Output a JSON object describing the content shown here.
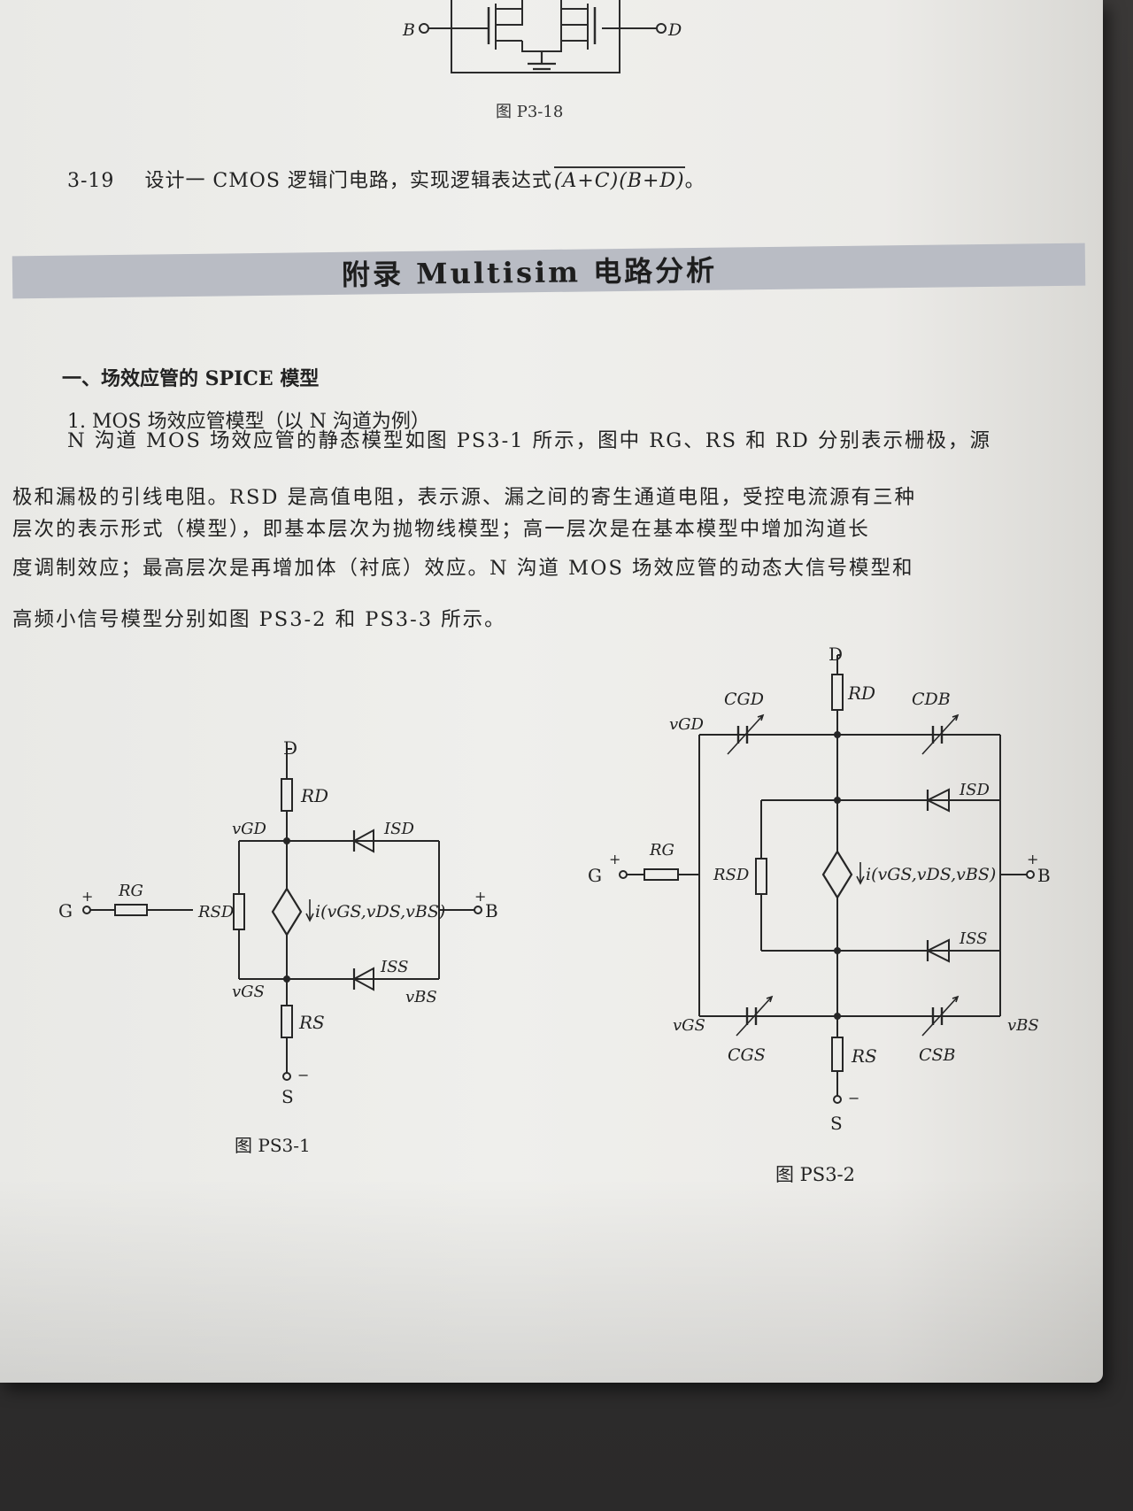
{
  "fig_p3_18": {
    "terminal_b": "B",
    "terminal_d": "D",
    "caption": "图 P3-18"
  },
  "problem_3_19": {
    "number": "3-19",
    "text": "设计一 CMOS 逻辑门电路，实现逻辑表达式",
    "expression": "(A+C)(B+D)",
    "end": "。"
  },
  "appendix": {
    "title": "附录   Multisim 电路分析"
  },
  "section": {
    "heading": "一、场效应管的 SPICE 模型",
    "subheading": "1. MOS 场效应管模型（以 N 沟道为例）",
    "paragraph_lines": [
      "N 沟道 MOS 场效应管的静态模型如图 PS3-1 所示，图中 RG、RS 和 RD 分别表示栅极，源",
      "极和漏极的引线电阻。RSD 是高值电阻，表示源、漏之间的寄生通道电阻，受控电流源有三种",
      "层次的表示形式（模型），即基本层次为抛物线模型；高一层次是在基本模型中增加沟道长",
      "度调制效应；最高层次是再增加体（衬底）效应。N 沟道 MOS 场效应管的动态大信号模型和",
      "高频小信号模型分别如图 PS3-2 和 PS3-3 所示。"
    ]
  },
  "fig_ps3_1": {
    "caption": "图 PS3-1",
    "terminal_d": "D",
    "terminal_g": "G",
    "terminal_b": "B",
    "terminal_s": "S",
    "rd": "RD",
    "rg": "RG",
    "rs": "RS",
    "rsd": "RSD",
    "isd": "ISD",
    "iss": "ISS",
    "vgd": "vGD",
    "vgs": "vGS",
    "vbs": "vBS",
    "source": "i(vGS,vDS,vBS)",
    "plus": "+",
    "minus": "−"
  },
  "fig_ps3_2": {
    "caption": "图 PS3-2",
    "terminal_d": "D",
    "terminal_g": "G",
    "terminal_b": "B",
    "terminal_s": "S",
    "rd": "RD",
    "rg": "RG",
    "rs": "RS",
    "rsd": "RSD",
    "isd": "ISD",
    "iss": "ISS",
    "cgd": "CGD",
    "cdb": "CDB",
    "cgs": "CGS",
    "csb": "CSB",
    "vgd": "vGD",
    "vgs": "vGS",
    "vbs": "vBS",
    "source": "i(vGS,vDS,vBS)",
    "plus": "+",
    "minus": "−"
  }
}
